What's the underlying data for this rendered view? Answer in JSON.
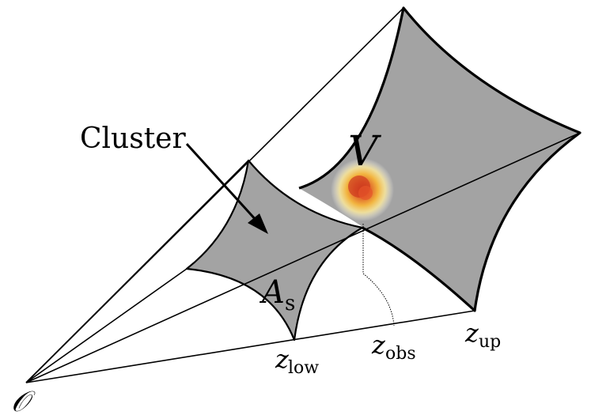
{
  "labels": {
    "origin": "𝒪",
    "cluster": "Cluster",
    "volume": "V",
    "area_main": "A",
    "area_sub": "s",
    "z_low_main": "z",
    "z_low_sub": "low",
    "z_obs_main": "z",
    "z_obs_sub": "obs",
    "z_up_main": "z",
    "z_up_sub": "up"
  },
  "colors": {
    "surface_fill": "#a3a3a3",
    "line": "#000000",
    "cluster_core": "#d9531e",
    "cluster_glow": "#f5c542"
  }
}
